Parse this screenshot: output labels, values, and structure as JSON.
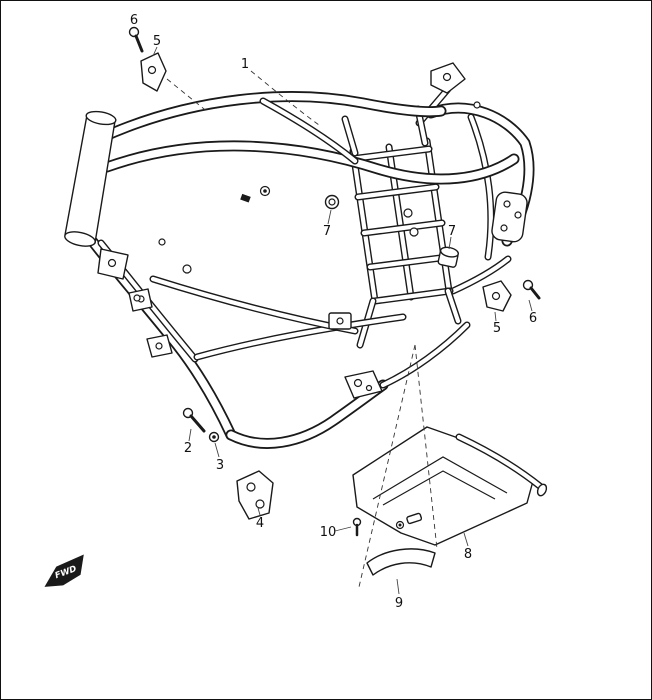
{
  "diagram": {
    "type": "exploded-parts-diagram",
    "subject": "motorcycle-frame",
    "fwd_label": "FWD",
    "callouts": [
      {
        "id": "bolt-top-left",
        "label": "6"
      },
      {
        "id": "bracket-top-left",
        "label": "5"
      },
      {
        "id": "frame-body",
        "label": "1"
      },
      {
        "id": "grommet-left",
        "label": "7"
      },
      {
        "id": "cushion-right",
        "label": "7"
      },
      {
        "id": "bracket-right",
        "label": "5"
      },
      {
        "id": "bolt-right",
        "label": "6"
      },
      {
        "id": "bolt-lower-left",
        "label": "2"
      },
      {
        "id": "washer-lower-left",
        "label": "3"
      },
      {
        "id": "bracket-bottom",
        "label": "4"
      },
      {
        "id": "bolt-skid-plate",
        "label": "10"
      },
      {
        "id": "skid-plate",
        "label": "8"
      },
      {
        "id": "cover-strip",
        "label": "9"
      }
    ]
  },
  "colors": {
    "line": "#1a1a1a",
    "background": "#ffffff"
  }
}
